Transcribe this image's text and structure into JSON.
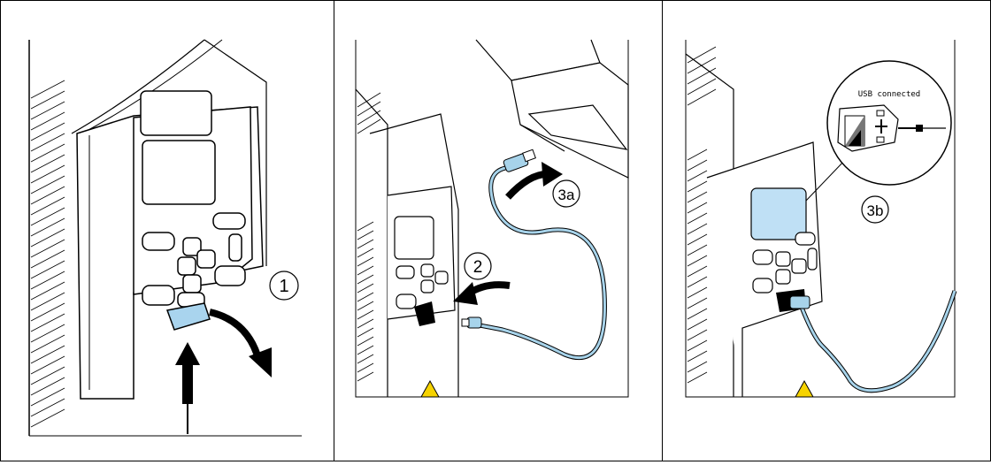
{
  "steps": {
    "step1": "1",
    "step2": "2",
    "step3a": "3a",
    "step3b": "3b"
  },
  "callout": {
    "text": "USB connected"
  },
  "colors": {
    "screen_blue": "#bfe0f5",
    "cable_blue": "#a7d3ea",
    "release_tab": "#a9d4ee",
    "warning_yellow": "#f6d300",
    "outline": "#000000"
  },
  "icons": [
    "usb-plug-icon",
    "warning-triangle-icon",
    "arrow-icon",
    "laptop-icon"
  ]
}
